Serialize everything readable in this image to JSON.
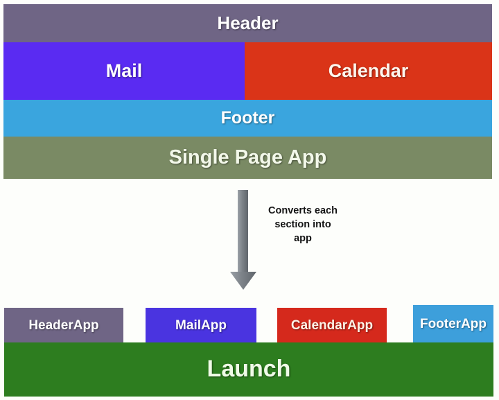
{
  "background_color": "#fdfefb",
  "spa": {
    "header": {
      "label": "Header",
      "color": "#6f6585"
    },
    "mail": {
      "label": "Mail",
      "color": "#5a2bf2"
    },
    "calendar": {
      "label": "Calendar",
      "color": "#da3418"
    },
    "footer": {
      "label": "Footer",
      "color": "#3aa5de"
    },
    "root": {
      "label": "Single Page App",
      "color": "#7a8a64"
    }
  },
  "transform": {
    "arrow": {
      "icon": "down-arrow-icon",
      "color": "#7d8288",
      "direction": "down"
    },
    "caption": "Converts  each\nsection into\napp",
    "caption_color": "#131313"
  },
  "apps": {
    "header_app": {
      "label": "HeaderApp",
      "color": "#6f6585"
    },
    "mail_app": {
      "label": "MailApp",
      "color": "#4a34e0"
    },
    "calendar_app": {
      "label": "CalendarApp",
      "color": "#d5291c"
    },
    "footer_app": {
      "label": "FooterApp",
      "color": "#3d9fdb"
    },
    "launch": {
      "label": "Launch",
      "color": "#2d7d1f"
    }
  }
}
